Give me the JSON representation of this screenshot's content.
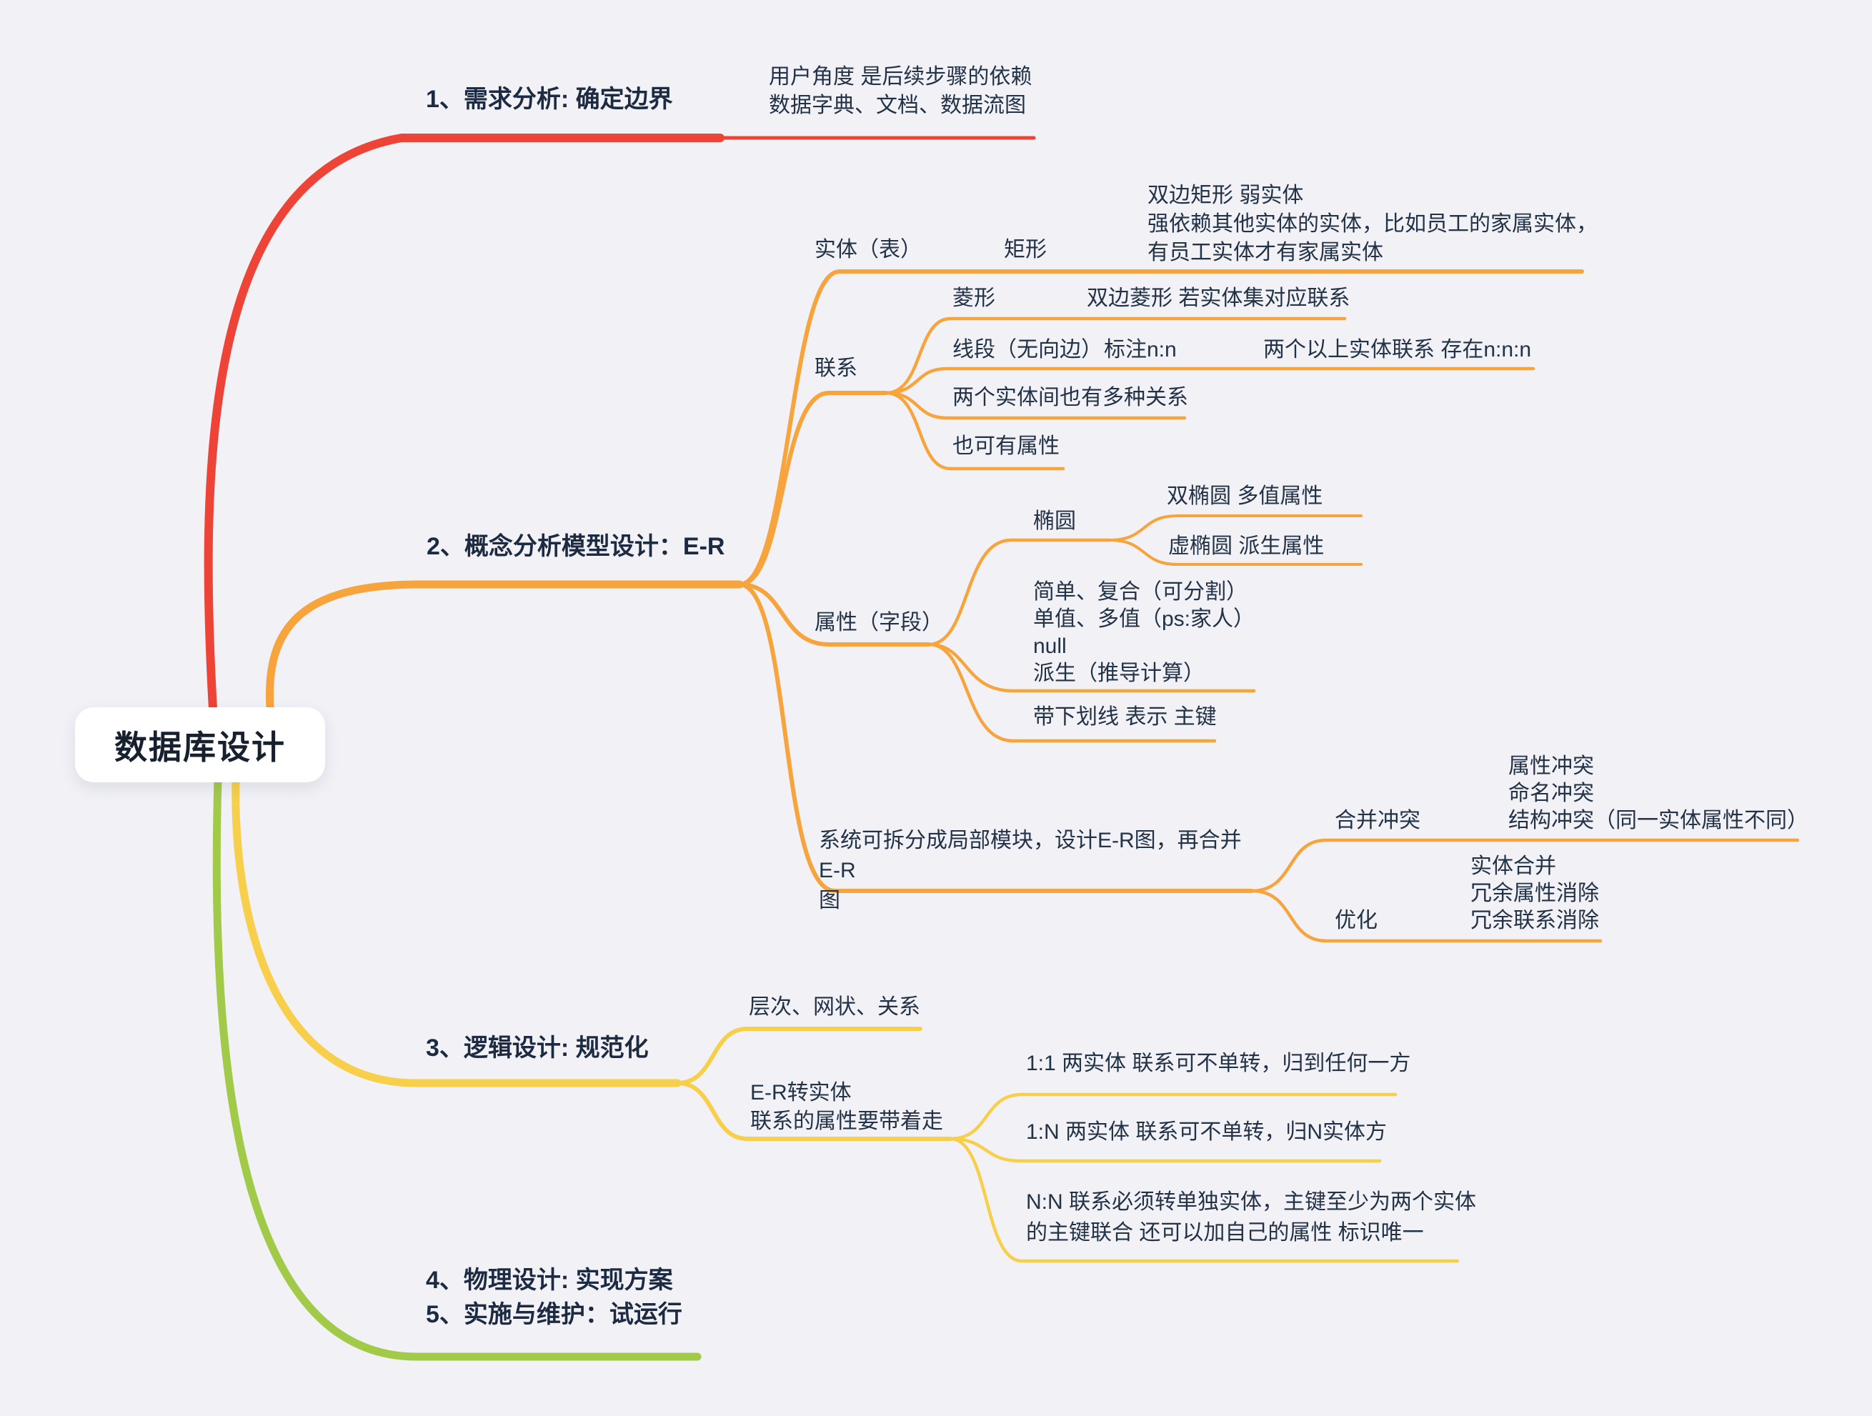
{
  "colors": {
    "background": "#f1f1f6",
    "root_bg": "#ffffff",
    "text": "#223247",
    "red": "#ee4337",
    "orange": "#f6a43b",
    "yellow": "#f8cf4a",
    "green": "#a2ca49"
  },
  "root": {
    "label": "数据库设计"
  },
  "branch1": {
    "label": "1、需求分析: 确定边界",
    "note": "用户角度 是后续步骤的依赖\n数据字典、文档、数据流图"
  },
  "branch2": {
    "label": "2、概念分析模型设计：E-R",
    "entity": {
      "label": "实体（表）",
      "shape": "矩形",
      "shape_note": "双边矩形 弱实体\n强依赖其他实体的实体，比如员工的家属实体，\n有员工实体才有家属实体"
    },
    "relation": {
      "label": "联系",
      "diamond": "菱形",
      "diamond_note": "双边菱形 若实体集对应联系",
      "segment": "线段（无向边）",
      "segment_mark": "标注n:n",
      "segment_note": "两个以上实体联系 存在n:n:n",
      "multi_note": "两个实体间也有多种关系",
      "attr_note": "也可有属性"
    },
    "attribute": {
      "label": "属性（字段）",
      "ellipse": "椭圆",
      "double_ellipse": "双椭圆 多值属性",
      "dashed_ellipse": "虚椭圆 派生属性",
      "kinds": "简单、复合（可分割）\n单值、多值（ps:家人）\nnull\n派生（推导计算）",
      "primary_key": "带下划线 表示 主键"
    },
    "split": {
      "label": "系统可拆分成局部模块，设计E-R图，再合并E-R\n图",
      "merge_conflict": "合并冲突",
      "conflict_note": "属性冲突\n命名冲突\n结构冲突（同一实体属性不同）",
      "optimize": "优化",
      "optimize_note": "实体合并\n冗余属性消除\n冗余联系消除"
    }
  },
  "branch3": {
    "label": "3、逻辑设计: 规范化",
    "models": "层次、网状、关系",
    "er_convert": "E-R转实体\n联系的属性要带着走",
    "rule_11": "1:1 两实体 联系可不单转，归到任何一方",
    "rule_1n": "1:N  两实体 联系可不单转，归N实体方",
    "rule_nn": "N:N 联系必须转单独实体，主键至少为两个实体\n的主键联合 还可以加自己的属性 标识唯一"
  },
  "branch45": {
    "label": "4、物理设计: 实现方案\n5、实施与维护：试运行"
  }
}
